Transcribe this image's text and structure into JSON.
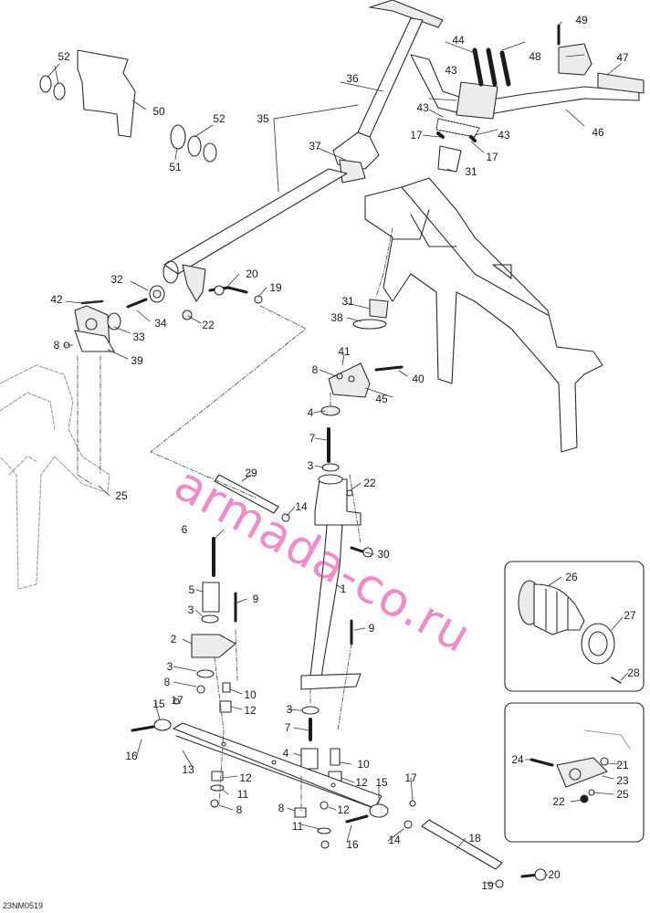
{
  "document": {
    "code": "23NM0519"
  },
  "watermark": {
    "text": "armada-co.ru",
    "color": "#e0309a"
  },
  "colors": {
    "line": "#2a2a2a",
    "ghost": "#9a9a9a",
    "fill": "#ececec",
    "dark": "#1b1b1b",
    "label": "#1a1a1a"
  },
  "callouts": {
    "c52a": "52",
    "c50": "50",
    "c52b": "52",
    "c51": "51",
    "c35": "35",
    "c36": "36",
    "c37": "37",
    "c44": "44",
    "c49": "49",
    "c48": "48",
    "c47": "47",
    "c43a": "43",
    "c43b": "43",
    "c43c": "43",
    "c17a": "17",
    "c17b": "17",
    "c31a": "31",
    "c46": "46",
    "c42": "42",
    "c33": "33",
    "c34": "34",
    "c32": "32",
    "c20a": "20",
    "c19a": "19",
    "c22a": "22",
    "c8a": "8",
    "c39": "39",
    "c31b": "31",
    "c38": "38",
    "c41": "41",
    "c8b": "8",
    "c40": "40",
    "c45": "45",
    "c4a": "4",
    "c7a": "7",
    "c3a": "3",
    "c22b": "22",
    "c25": "25",
    "c29": "29",
    "c14a": "14",
    "c6": "6",
    "c30": "30",
    "c5": "5",
    "c9a": "9",
    "c1": "1",
    "c3b": "3",
    "c2": "2",
    "c9b": "9",
    "c3c": "3",
    "c8c": "8",
    "c10a": "10",
    "c12a": "12",
    "c15a": "15",
    "c17c": "17",
    "c16a": "16",
    "c3d": "3",
    "c7b": "7",
    "c4b": "4",
    "c10b": "10",
    "c12b": "12",
    "c13": "13",
    "c12c": "12",
    "c11a": "11",
    "c8d": "8",
    "c15b": "15",
    "c17d": "17",
    "c8e": "8",
    "c12d": "12",
    "c11b": "11",
    "c16b": "16",
    "c14b": "14",
    "c18": "18",
    "c19b": "19",
    "c20b": "20",
    "c26": "26",
    "c27": "27",
    "c28": "28",
    "c24": "24",
    "c21": "21",
    "c23": "23",
    "c22c": "22",
    "c25b": "25"
  }
}
